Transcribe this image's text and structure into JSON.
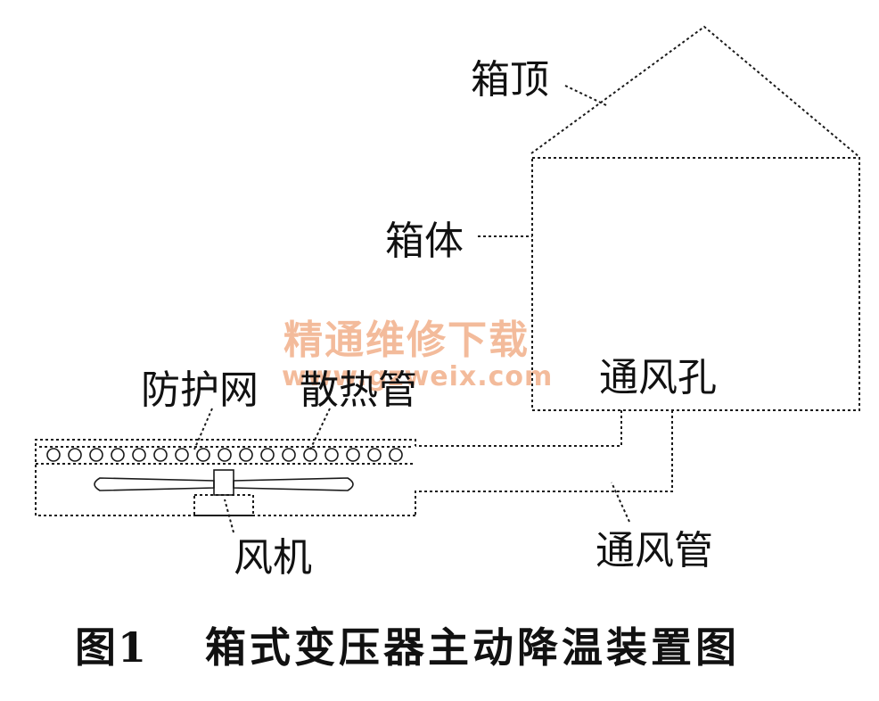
{
  "labels": {
    "roof": "箱顶",
    "body": "箱体",
    "vent_hole": "通风孔",
    "guard_net": "防护网",
    "heat_pipe": "散热管",
    "fan": "风机",
    "vent_duct": "通风管"
  },
  "caption": {
    "fig_no": "图1",
    "title": "箱式变压器主动降温装置图"
  },
  "watermark": {
    "cn": "精通维修下载",
    "url": "www.gzweix.com",
    "color": "#f2b08a"
  },
  "colors": {
    "line": "#1a1a1a",
    "text": "#111111",
    "background": "#ffffff"
  }
}
